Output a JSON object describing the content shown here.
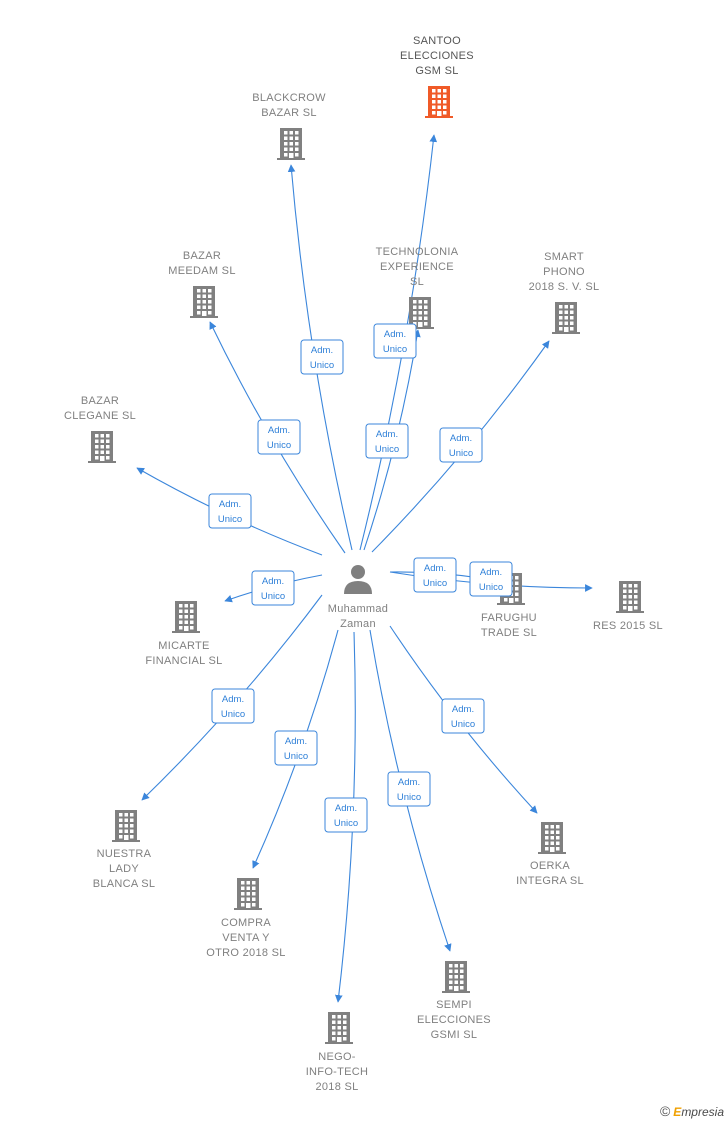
{
  "center": {
    "label": [
      "Muhammad",
      "Zaman"
    ]
  },
  "edge_label": [
    "Adm.",
    "Unico"
  ],
  "colors": {
    "edge": "#3b86db",
    "node": "#808080",
    "highlight": "#f05a28"
  },
  "nodes": [
    {
      "id": "santoo",
      "label": [
        "SANTOO",
        "ELECCIONES",
        "GSM  SL"
      ],
      "highlight": true
    },
    {
      "id": "blackcrow",
      "label": [
        "BLACKCROW",
        "BAZAR  SL"
      ]
    },
    {
      "id": "technolonia",
      "label": [
        "TECHNOLONIA",
        "EXPERIENCE",
        "SL"
      ]
    },
    {
      "id": "meedam",
      "label": [
        "BAZAR",
        "MEEDAM  SL"
      ]
    },
    {
      "id": "smart",
      "label": [
        "SMART",
        "PHONO",
        "2018 S. V.  SL"
      ]
    },
    {
      "id": "clegane",
      "label": [
        "BAZAR",
        "CLEGANE  SL"
      ]
    },
    {
      "id": "micarte",
      "label": [
        "MICARTE",
        "FINANCIAL  SL"
      ]
    },
    {
      "id": "farughu",
      "label": [
        "FARUGHU",
        "TRADE  SL"
      ]
    },
    {
      "id": "res2015",
      "label": [
        "RES 2015  SL"
      ]
    },
    {
      "id": "nuestra",
      "label": [
        "NUESTRA",
        "LADY",
        "BLANCA  SL"
      ]
    },
    {
      "id": "oerka",
      "label": [
        "OERKA",
        "INTEGRA  SL"
      ]
    },
    {
      "id": "compra",
      "label": [
        "COMPRA",
        "VENTA Y",
        "OTRO 2018  SL"
      ]
    },
    {
      "id": "sempi",
      "label": [
        "SEMPI",
        "ELECCIONES",
        "GSMI  SL"
      ]
    },
    {
      "id": "nego",
      "label": [
        "NEGO-",
        "INFO-TECH",
        "2018  SL"
      ]
    }
  ],
  "footer": {
    "copyright": "©",
    "brand_first": "E",
    "brand_rest": "mpresia"
  }
}
